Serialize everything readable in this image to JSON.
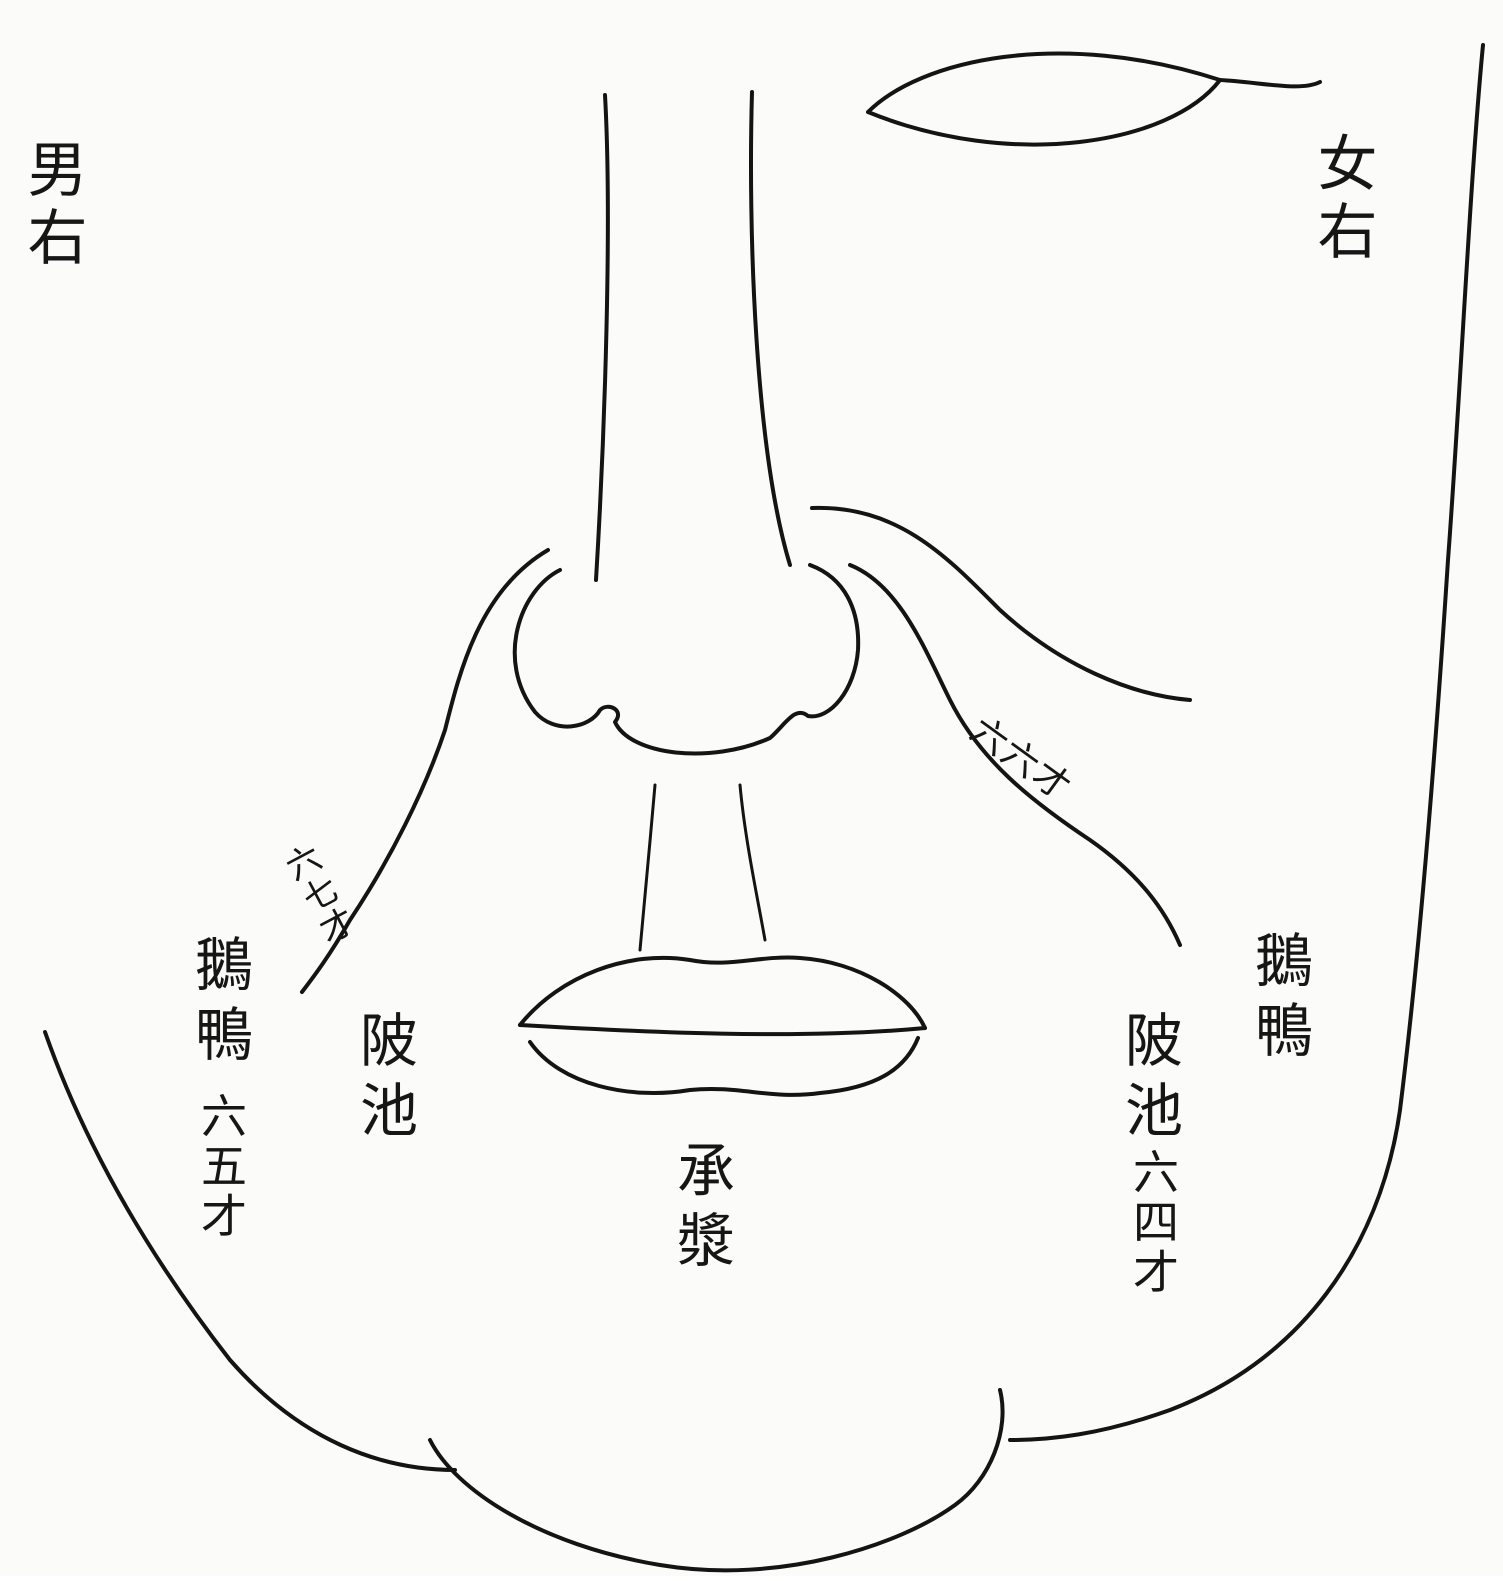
{
  "labels": {
    "male_side": "男右",
    "female_side": "女右",
    "age_67": "六七才",
    "age_66": "六六才",
    "age_65": "六五才",
    "age_64": "六四才",
    "left_goose": "鵝鴨",
    "right_goose": "鵝鴨",
    "left_pool": "陂池",
    "right_pool": "陂池",
    "chin_center": "承漿"
  },
  "colors": {
    "ink": "#141414",
    "paper": "#fbfbfa"
  }
}
